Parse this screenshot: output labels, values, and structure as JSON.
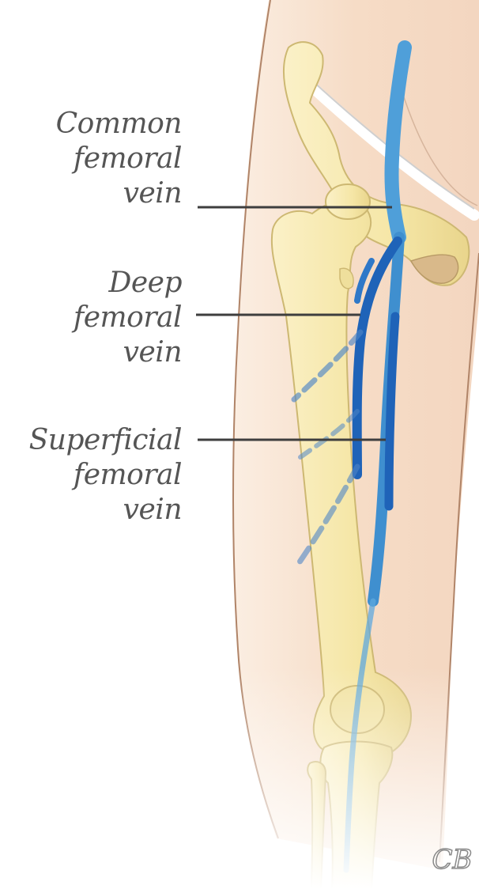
{
  "labels": {
    "common": {
      "line1": "Common",
      "line2": "femoral",
      "line3": "vein"
    },
    "deep": {
      "line1": "Deep",
      "line2": "femoral",
      "line3": "vein"
    },
    "superficial": {
      "line1": "Superficial",
      "line2": "femoral",
      "line3": "vein"
    }
  },
  "signature": "CB",
  "colors": {
    "skin": "#f6dcc6",
    "skin_outline": "#b08468",
    "bone": "#f7eab0",
    "bone_outline": "#cdb872",
    "vein_light": "#4f9fd9",
    "vein_dark": "#1f63b8",
    "leader_line": "#3e3e3e",
    "label_text": "#555555"
  }
}
